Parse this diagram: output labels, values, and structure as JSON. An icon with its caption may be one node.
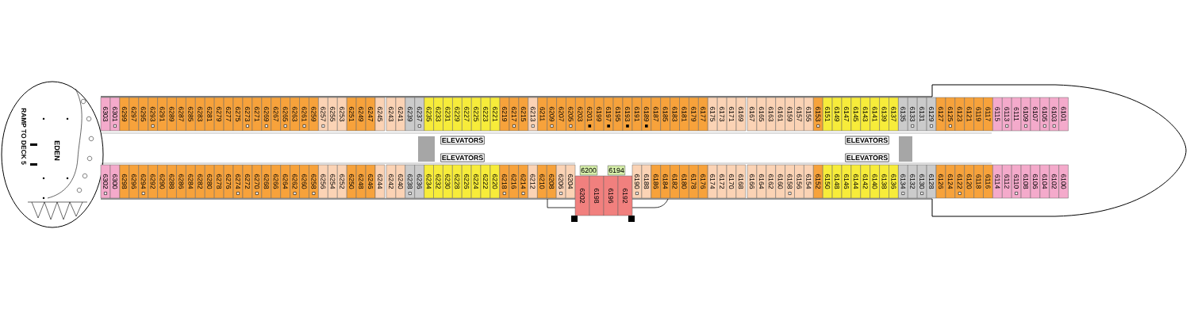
{
  "diagram": {
    "nodes": [
      {
        "text": [
          "6303"
        ]
      },
      {
        "text": [
          "6301"
        ]
      },
      {
        "text": [
          "6299"
        ]
      },
      {
        "text": [
          "6297"
        ]
      },
      {
        "text": [
          "6295"
        ]
      },
      {
        "text": [
          "6293"
        ]
      },
      {
        "text": [
          "6291"
        ]
      },
      {
        "text": [
          "6289"
        ]
      },
      {
        "text": [
          "6287"
        ]
      },
      {
        "text": [
          "6285"
        ]
      },
      {
        "text": [
          "6283"
        ]
      },
      {
        "text": [
          "6281"
        ]
      },
      {
        "text": [
          "6279"
        ]
      },
      {
        "text": [
          "6277"
        ]
      },
      {
        "text": [
          "6275"
        ]
      },
      {
        "text": [
          "6273"
        ]
      },
      {
        "text": [
          "6271"
        ]
      },
      {
        "text": [
          "6269"
        ]
      },
      {
        "text": [
          "6267"
        ]
      },
      {
        "text": [
          "6265"
        ]
      },
      {
        "text": [
          "6263"
        ]
      },
      {
        "text": [
          "6261"
        ]
      },
      {
        "text": [
          "6259"
        ]
      },
      {
        "text": [
          "6257"
        ]
      },
      {
        "text": [
          "6255"
        ]
      },
      {
        "text": [
          "6253"
        ]
      },
      {
        "text": [
          "6251"
        ]
      },
      {
        "text": [
          "6249"
        ]
      },
      {
        "text": [
          "6247"
        ]
      },
      {
        "text": [
          "6245"
        ]
      },
      {
        "text": [
          "6243"
        ]
      },
      {
        "text": [
          "6241"
        ]
      },
      {
        "text": [
          "6239"
        ]
      },
      {
        "text": [
          "6237"
        ]
      },
      {
        "text": [
          "6235"
        ]
      },
      {
        "text": [
          "6233"
        ]
      },
      {
        "text": [
          "6231"
        ]
      },
      {
        "text": [
          "6229"
        ]
      },
      {
        "text": [
          "6227"
        ]
      },
      {
        "text": [
          "6225"
        ]
      },
      {
        "text": [
          "6223"
        ]
      },
      {
        "text": [
          "6221"
        ]
      },
      {
        "text": [
          "6219"
        ]
      },
      {
        "text": [
          "6217"
        ]
      },
      {
        "text": [
          "6215"
        ]
      },
      {
        "text": [
          "6213"
        ]
      },
      {
        "text": [
          "6211"
        ]
      },
      {
        "text": [
          "6209"
        ]
      },
      {
        "text": [
          "6207"
        ]
      },
      {
        "text": [
          "6205"
        ]
      },
      {
        "text": [
          "6203"
        ]
      },
      {
        "text": [
          "6201"
        ]
      },
      {
        "text": [
          "6199"
        ]
      },
      {
        "text": [
          "6197"
        ]
      },
      {
        "text": [
          "6195"
        ]
      },
      {
        "text": [
          "6193"
        ]
      },
      {
        "text": [
          "6191"
        ]
      },
      {
        "text": [
          "6189"
        ]
      },
      {
        "text": [
          "6187"
        ]
      },
      {
        "text": [
          "6185"
        ]
      },
      {
        "text": [
          "6183"
        ]
      },
      {
        "text": [
          "6181"
        ]
      },
      {
        "text": [
          "6179"
        ]
      },
      {
        "text": [
          "6177"
        ]
      },
      {
        "text": [
          "6175"
        ]
      },
      {
        "text": [
          "6173"
        ]
      },
      {
        "text": [
          "6171"
        ]
      },
      {
        "text": [
          "6169"
        ]
      },
      {
        "text": [
          "6167"
        ]
      },
      {
        "text": [
          "6165"
        ]
      },
      {
        "text": [
          "6163"
        ]
      },
      {
        "text": [
          "6161"
        ]
      },
      {
        "text": [
          "6159"
        ]
      },
      {
        "text": [
          "6157"
        ]
      },
      {
        "text": [
          "6155"
        ]
      },
      {
        "text": [
          "6153"
        ]
      },
      {
        "text": [
          "6151"
        ]
      },
      {
        "text": [
          "6149"
        ]
      },
      {
        "text": [
          "6147"
        ]
      },
      {
        "text": [
          "6145"
        ]
      },
      {
        "text": [
          "6143"
        ]
      },
      {
        "text": [
          "6141"
        ]
      },
      {
        "text": [
          "6139"
        ]
      },
      {
        "text": [
          "6137"
        ]
      },
      {
        "text": [
          "6135"
        ]
      },
      {
        "text": [
          "6133"
        ]
      },
      {
        "text": [
          "6131"
        ]
      },
      {
        "text": [
          "6129"
        ]
      },
      {
        "text": [
          "6127"
        ]
      },
      {
        "text": [
          "6125"
        ]
      },
      {
        "text": [
          "6123"
        ]
      },
      {
        "text": [
          "6121"
        ]
      },
      {
        "text": [
          "6119"
        ]
      },
      {
        "text": [
          "6117"
        ]
      },
      {
        "text": [
          "6115"
        ]
      },
      {
        "text": [
          "6113"
        ]
      },
      {
        "text": [
          "6111"
        ]
      },
      {
        "text": [
          "6109"
        ]
      },
      {
        "text": [
          "6107"
        ]
      },
      {
        "text": [
          "6105"
        ]
      },
      {
        "text": [
          "6103"
        ]
      },
      {
        "text": [
          "6101"
        ]
      },
      {
        "text": [
          "ELEVATORS"
        ]
      },
      {
        "text": [
          "ELEVATORS"
        ]
      },
      {
        "text": [
          "ELEVATORS"
        ]
      },
      {
        "text": [
          "ELEVATORS"
        ]
      },
      {
        "text": [
          "6200"
        ]
      },
      {
        "text": [
          "6194"
        ]
      },
      {
        "text": [
          "6302"
        ]
      },
      {
        "text": [
          "6300"
        ]
      },
      {
        "text": [
          "6298"
        ]
      },
      {
        "text": [
          "6296"
        ]
      },
      {
        "text": [
          "6294"
        ]
      },
      {
        "text": [
          "6292"
        ]
      },
      {
        "text": [
          "6290"
        ]
      },
      {
        "text": [
          "6288"
        ]
      },
      {
        "text": [
          "6286"
        ]
      },
      {
        "text": [
          "6284"
        ]
      },
      {
        "text": [
          "6282"
        ]
      },
      {
        "text": [
          "6280"
        ]
      },
      {
        "text": [
          "6278"
        ]
      },
      {
        "text": [
          "6276"
        ]
      },
      {
        "text": [
          "6274"
        ]
      },
      {
        "text": [
          "6272"
        ]
      },
      {
        "text": [
          "6270"
        ]
      },
      {
        "text": [
          "6268"
        ]
      },
      {
        "text": [
          "6266"
        ]
      },
      {
        "text": [
          "6264"
        ]
      },
      {
        "text": [
          "6262"
        ]
      },
      {
        "text": [
          "6260"
        ]
      },
      {
        "text": [
          "6258"
        ]
      },
      {
        "text": [
          "6256"
        ]
      },
      {
        "text": [
          "6254"
        ]
      },
      {
        "text": [
          "6252"
        ]
      },
      {
        "text": [
          "6250"
        ]
      },
      {
        "text": [
          "6248"
        ]
      },
      {
        "text": [
          "6246"
        ]
      },
      {
        "text": [
          "6244"
        ]
      },
      {
        "text": [
          "6242"
        ]
      },
      {
        "text": [
          "6240"
        ]
      },
      {
        "text": [
          "6238"
        ]
      },
      {
        "text": [
          "6236"
        ]
      },
      {
        "text": [
          "6234"
        ]
      },
      {
        "text": [
          "6232"
        ]
      },
      {
        "text": [
          "6230"
        ]
      },
      {
        "text": [
          "6228"
        ]
      },
      {
        "text": [
          "6226"
        ]
      },
      {
        "text": [
          "6224"
        ]
      },
      {
        "text": [
          "6222"
        ]
      },
      {
        "text": [
          "6220"
        ]
      },
      {
        "text": [
          "6218"
        ]
      },
      {
        "text": [
          "6216"
        ]
      },
      {
        "text": [
          "6214"
        ]
      },
      {
        "text": [
          "6212"
        ]
      },
      {
        "text": [
          "6210"
        ]
      },
      {
        "text": [
          "6208"
        ]
      },
      {
        "text": [
          "6206"
        ]
      },
      {
        "text": [
          "6204"
        ]
      },
      {
        "text": [
          "6202"
        ]
      },
      {
        "text": [
          "6198"
        ]
      },
      {
        "text": [
          "6196"
        ]
      },
      {
        "text": [
          "6192"
        ]
      },
      {
        "text": [
          "6190"
        ]
      },
      {
        "text": [
          "6188"
        ]
      },
      {
        "text": [
          "6186"
        ]
      },
      {
        "text": [
          "6184"
        ]
      },
      {
        "text": [
          "6182"
        ]
      },
      {
        "text": [
          "6180"
        ]
      },
      {
        "text": [
          "6178"
        ]
      },
      {
        "text": [
          "6176"
        ]
      },
      {
        "text": [
          "6174"
        ]
      },
      {
        "text": [
          "6172"
        ]
      },
      {
        "text": [
          "6170"
        ]
      },
      {
        "text": [
          "6168"
        ]
      },
      {
        "text": [
          "6166"
        ]
      },
      {
        "text": [
          "6164"
        ]
      },
      {
        "text": [
          "6162"
        ]
      },
      {
        "text": [
          "6160"
        ]
      },
      {
        "text": [
          "6158"
        ]
      },
      {
        "text": [
          "6156"
        ]
      },
      {
        "text": [
          "6154"
        ]
      },
      {
        "text": [
          "6152"
        ]
      },
      {
        "text": [
          "6150"
        ]
      },
      {
        "text": [
          "6148"
        ]
      },
      {
        "text": [
          "6146"
        ]
      },
      {
        "text": [
          "6144"
        ]
      },
      {
        "text": [
          "6142"
        ]
      },
      {
        "text": [
          "6140"
        ]
      },
      {
        "text": [
          "6138"
        ]
      },
      {
        "text": [
          "6136"
        ]
      },
      {
        "text": [
          "6134"
        ]
      },
      {
        "text": [
          "6132"
        ]
      },
      {
        "text": [
          "6130"
        ]
      },
      {
        "text": [
          "6128"
        ]
      },
      {
        "text": [
          "6126"
        ]
      },
      {
        "text": [
          "6124"
        ]
      },
      {
        "text": [
          "6122"
        ]
      },
      {
        "text": [
          "6120"
        ]
      },
      {
        "text": [
          "6118"
        ]
      },
      {
        "text": [
          "6116"
        ]
      },
      {
        "text": [
          "6114"
        ]
      },
      {
        "text": [
          "6112"
        ]
      },
      {
        "text": [
          "6110"
        ]
      },
      {
        "text": [
          "6108"
        ]
      },
      {
        "text": [
          "6106"
        ]
      },
      {
        "text": [
          "6104"
        ]
      },
      {
        "text": [
          "6102"
        ]
      },
      {
        "text": [
          "6100"
        ]
      }
    ],
    "labels": [
      "RAMP TO DECK 5",
      "EDEN"
    ]
  }
}
